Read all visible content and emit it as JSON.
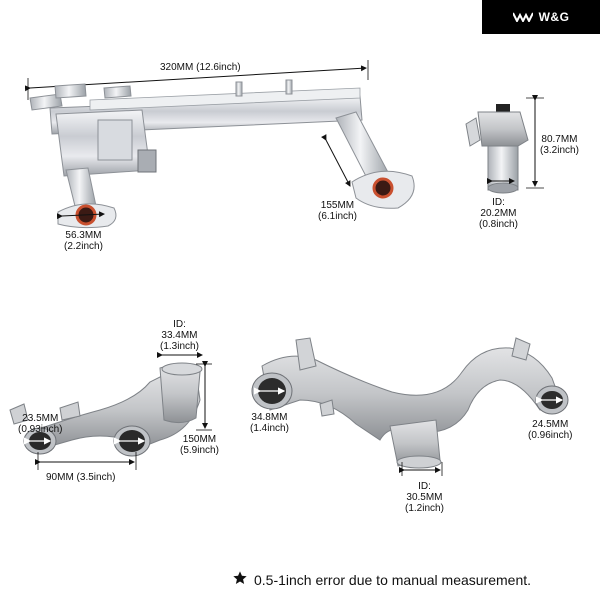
{
  "logo": {
    "text": "W&G"
  },
  "top_assembly": {
    "length_label": "320MM (12.6inch)",
    "left_port_mm": "56.3MM",
    "left_port_inch": "(2.2inch)",
    "arm_mm": "155MM",
    "arm_inch": "(6.1inch)"
  },
  "sensor_fitting": {
    "height_mm": "80.7MM",
    "height_inch": "(3.2inch)",
    "id_label": "ID:",
    "id_mm": "20.2MM",
    "id_inch": "(0.8inch)"
  },
  "h_pipe": {
    "id_label": "ID:",
    "id_mm": "33.4MM",
    "id_inch": "(1.3inch)",
    "left_mm": "23.5MM",
    "left_inch": "(0.93inch)",
    "height_mm": "150MM",
    "height_inch": "(5.9inch)",
    "width_label": "90MM (3.5inch)"
  },
  "long_pipe": {
    "left_mm": "34.8MM",
    "left_inch": "(1.4inch)",
    "right_mm": "24.5MM",
    "right_inch": "(0.96inch)",
    "id_label": "ID:",
    "id_mm": "30.5MM",
    "id_inch": "(1.2inch)"
  },
  "footnote": {
    "text": "0.5-1inch error due to manual measurement."
  }
}
